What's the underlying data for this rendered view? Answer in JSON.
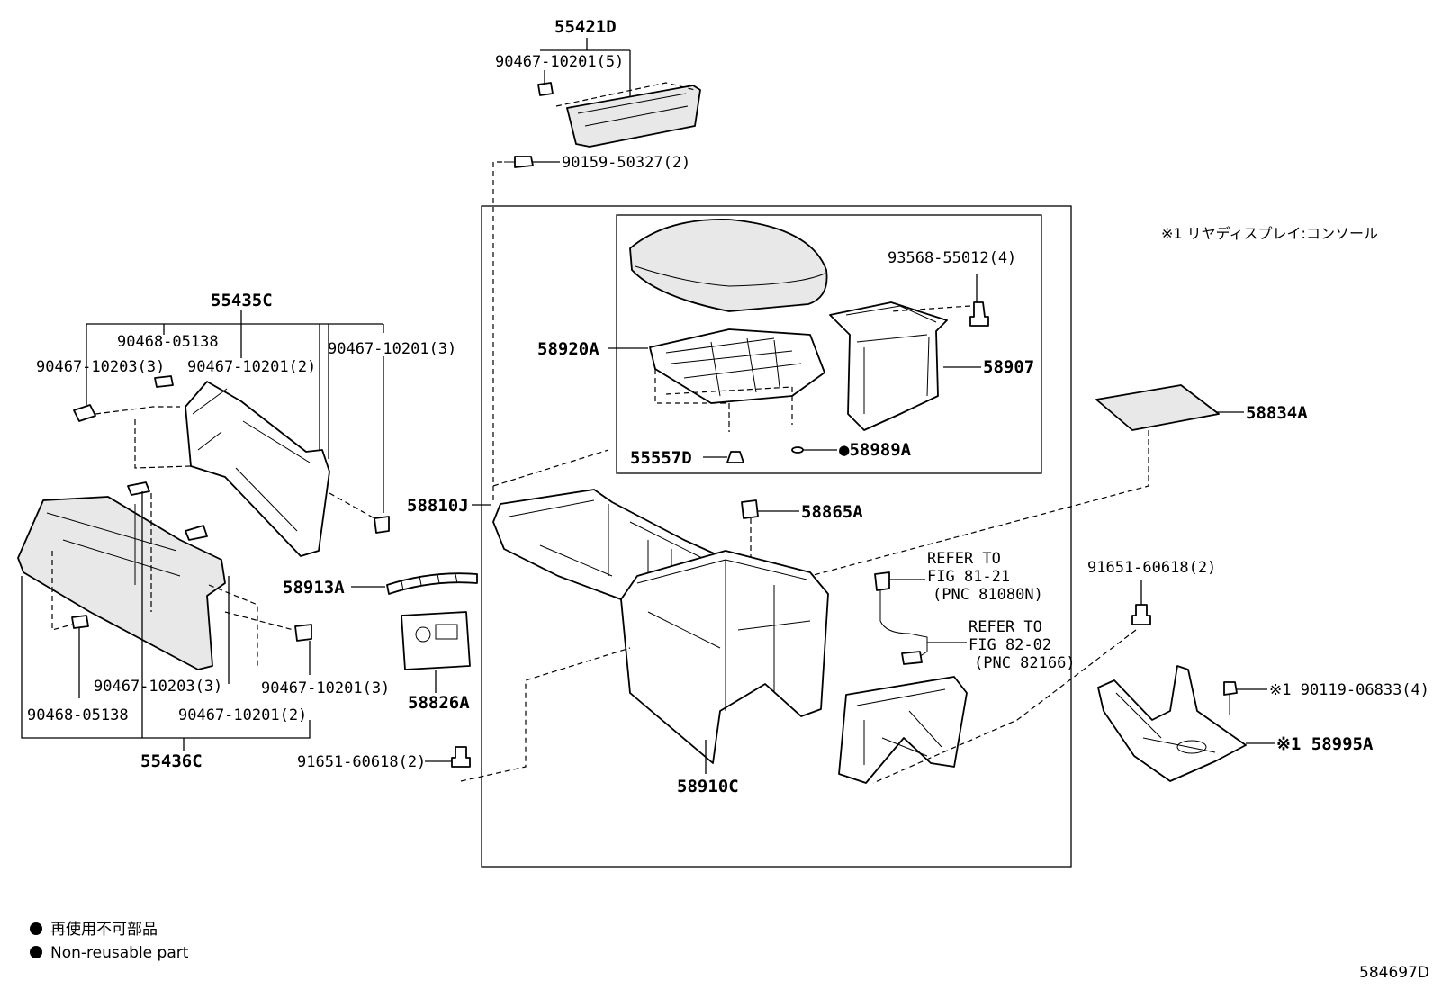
{
  "labels": {
    "p55421D": "55421D",
    "p90467_10201_5": "90467-10201(5)",
    "p90159_50327_2": "90159-50327(2)",
    "note_rear_display": "※1 リヤディスプレイ:コンソール",
    "p93568_55012_4": "93568-55012(4)",
    "p58920A": "58920A",
    "p58907": "58907",
    "p55435C": "55435C",
    "p90468_05138_top": "90468-05138",
    "p90467_10203_3_top": "90467-10203(3)",
    "p90467_10201_2_top": "90467-10201(2)",
    "p90467_10201_3_top": "90467-10201(3)",
    "p58834A": "58834A",
    "p55557D": "55557D",
    "p58989A": "●58989A",
    "p58810J": "58810J",
    "p58865A": "58865A",
    "p58913A": "58913A",
    "refer1_line1": "REFER TO",
    "refer1_line2": "FIG 81-21",
    "refer1_line3": "(PNC 81080N)",
    "refer2_line1": "REFER TO",
    "refer2_line2": "FIG 82-02",
    "refer2_line3": "(PNC 82166)",
    "p91651_60618_2_right": "91651-60618(2)",
    "p58826A": "58826A",
    "p90119_06833_4": "※1 90119-06833(4)",
    "p58995A": "※1 58995A",
    "p90467_10203_3_bot": "90467-10203(3)",
    "p90467_10201_3_bot": "90467-10201(3)",
    "p90468_05138_bot": "90468-05138",
    "p90467_10201_2_bot": "90467-10201(2)",
    "p55436C": "55436C",
    "p91651_60618_2_left": "91651-60618(2)",
    "p58910C": "58910C"
  },
  "legend": {
    "jp": "再使用不可部品",
    "en": "Non-reusable part"
  },
  "figure_id": "584697D"
}
